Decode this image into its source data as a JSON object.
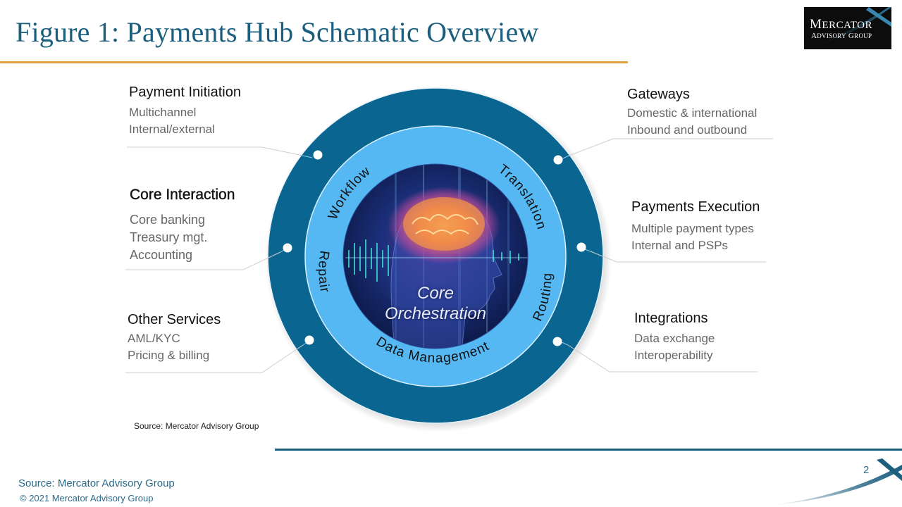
{
  "header": {
    "title": "Figure 1: Payments Hub Schematic Overview",
    "logo": {
      "line1": "Mercator",
      "line2": "Advisory Group"
    }
  },
  "colors": {
    "title": "#1b5e7e",
    "title_rule": "#e0a040",
    "outer_ring": "#0a6691",
    "inner_ring": "#56b8f2",
    "ring_text": "#111111",
    "footer_text": "#2a6a8a"
  },
  "diagram": {
    "outer_ring_label": "",
    "inner_ring_labels": [
      "Workflow",
      "Translation",
      "Routing",
      "Data Management",
      "Repair"
    ],
    "core": {
      "line1": "Core",
      "line2": "Orchestration"
    },
    "left_blocks": [
      {
        "heading": "Payment Initiation",
        "items": [
          "Multichannel",
          "Internal/external"
        ]
      },
      {
        "heading": "Core Interaction",
        "items": [
          "Core banking",
          "Treasury mgt.",
          "Accounting"
        ]
      },
      {
        "heading": "Other Services",
        "items": [
          "AML/KYC",
          "Pricing & billing"
        ]
      }
    ],
    "right_blocks": [
      {
        "heading": "Gateways",
        "items": [
          "Domestic & international",
          "Inbound and outbound"
        ]
      },
      {
        "heading": "Payments Execution",
        "items": [
          "Multiple payment types",
          "Internal and PSPs"
        ]
      },
      {
        "heading": "Integrations",
        "items": [
          "Data exchange",
          "Interoperability"
        ]
      }
    ],
    "source": "Source: Mercator Advisory Group"
  },
  "footer": {
    "source": "Source: Mercator Advisory Group",
    "copyright": "© 2021 Mercator Advisory Group",
    "page_number": "2"
  }
}
